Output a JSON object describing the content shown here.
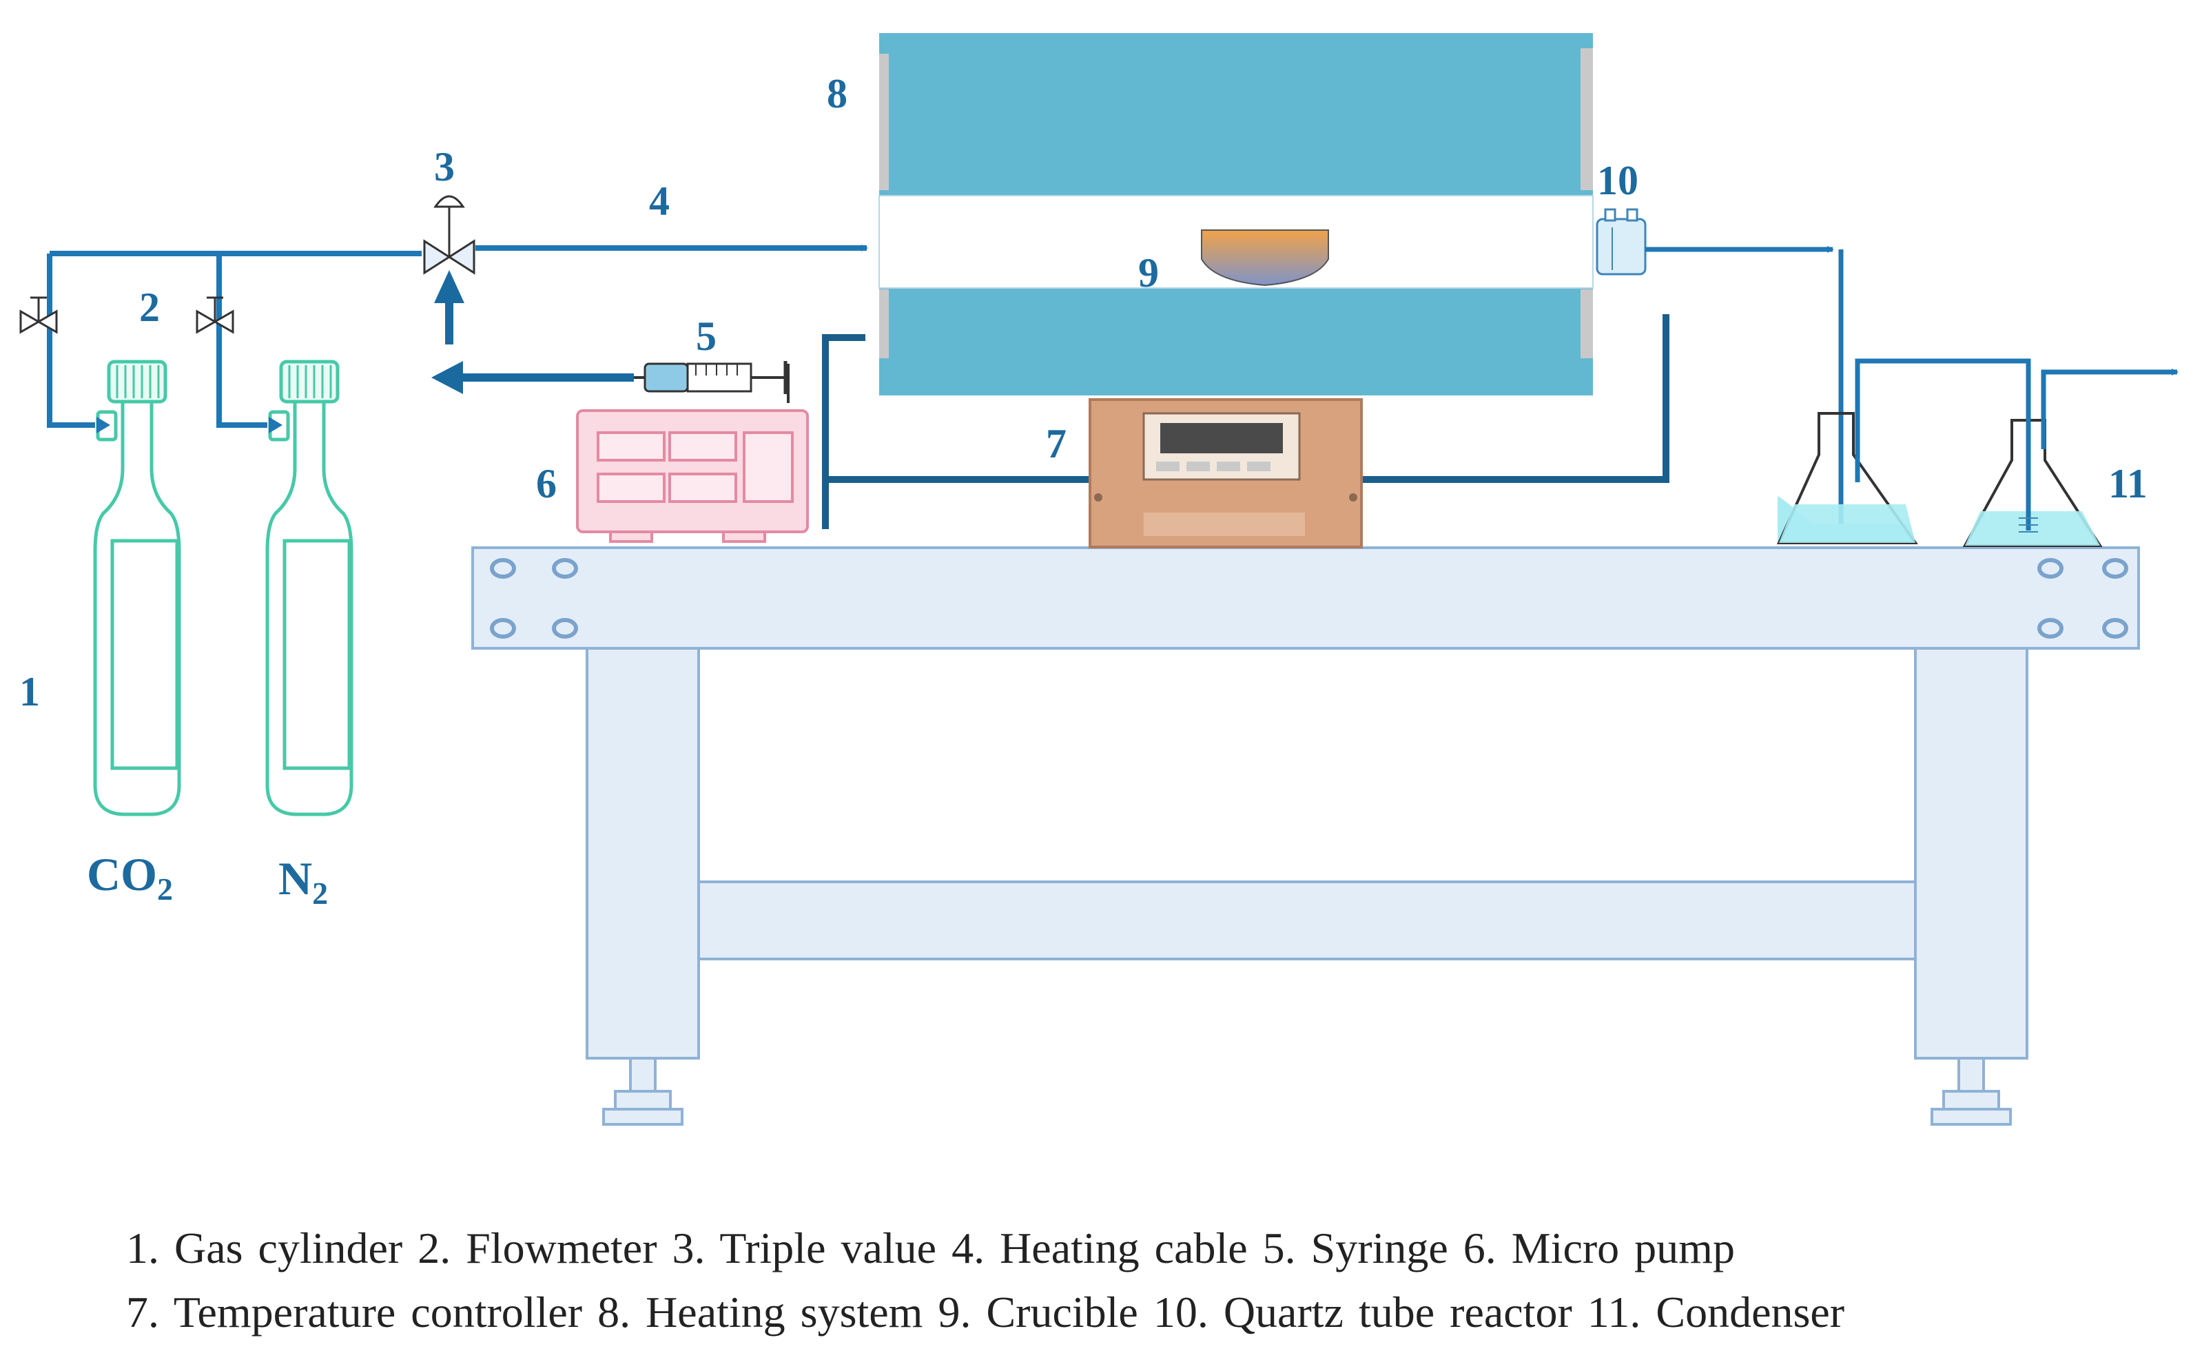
{
  "labels": {
    "n1": "1",
    "n2": "2",
    "n3": "3",
    "n4": "4",
    "n5": "5",
    "n6": "6",
    "n7": "7",
    "n8": "8",
    "n9": "9",
    "n10": "10",
    "n11": "11"
  },
  "gases": {
    "co2": {
      "base": "CO",
      "sub": "2"
    },
    "n2": {
      "base": "N",
      "sub": "2"
    }
  },
  "caption": {
    "line1": "1. Gas cylinder 2. Flowmeter 3. Triple value 4. Heating cable 5. Syringe 6. Micro pump",
    "line2": "7. Temperature controller 8. Heating system 9. Crucible 10. Quartz tube reactor  11. Condenser"
  },
  "colors": {
    "pipe": "#1f77b4",
    "pipe_dark": "#1a5f8c",
    "furnace": "#62b8d1",
    "cylinder": "#46c9a8",
    "table_fill": "#e3edf8",
    "table_stroke": "#8fb2d6",
    "pump": "#f9d4de",
    "controller": "#d9a27f",
    "liquid": "#a8ecf3"
  }
}
